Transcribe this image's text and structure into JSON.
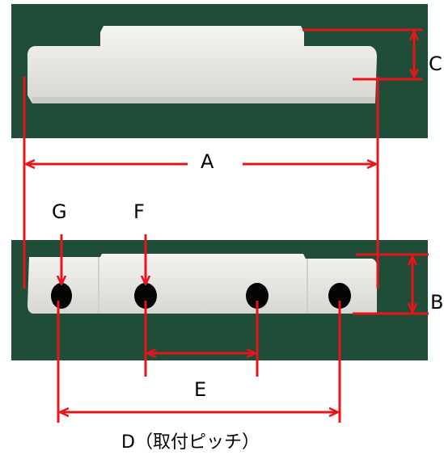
{
  "labels": {
    "a": "A",
    "b": "B",
    "c": "C",
    "d": "D（取付ピッチ）",
    "e": "E",
    "f": "F",
    "g": "G"
  },
  "colors": {
    "background_felt": "#1f4d38",
    "part": "#ecebe6",
    "part_shadow": "#c9c8c2",
    "hole": "#050505",
    "dimension_line": "#e8141b"
  }
}
